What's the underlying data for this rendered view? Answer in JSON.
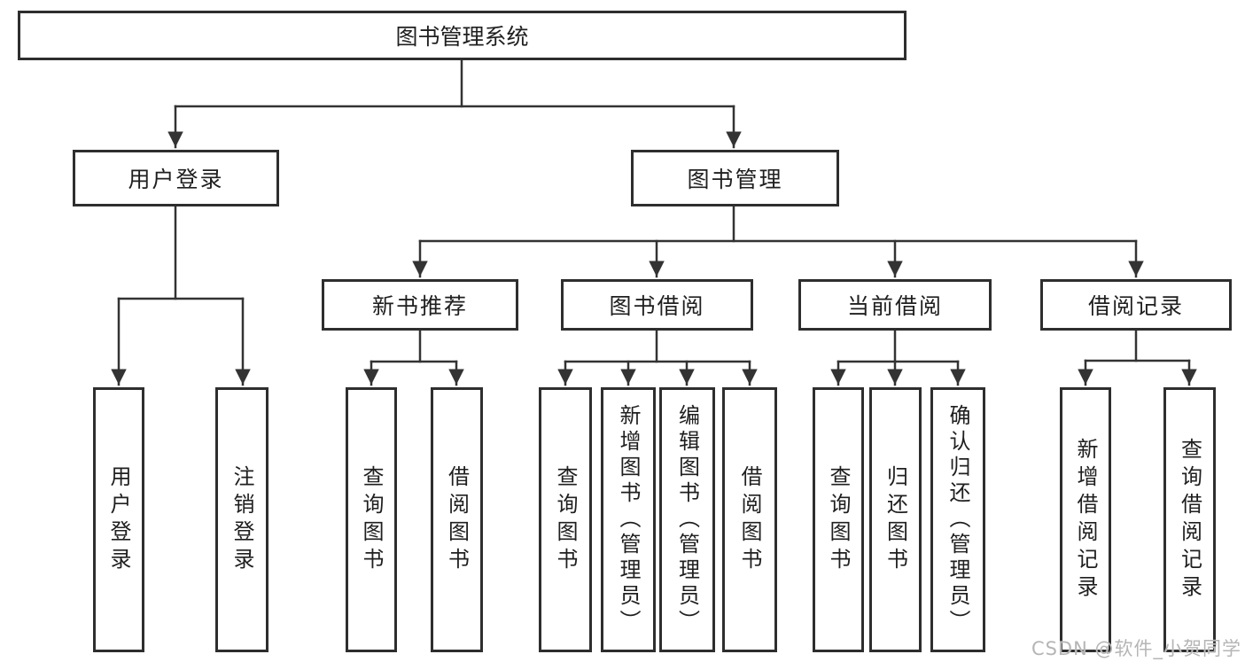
{
  "diagram": {
    "root": {
      "label": "图书管理系统"
    },
    "level2": [
      {
        "label": "用户登录"
      },
      {
        "label": "图书管理"
      }
    ],
    "level3": [
      {
        "label": "新书推荐"
      },
      {
        "label": "图书借阅"
      },
      {
        "label": "当前借阅"
      },
      {
        "label": "借阅记录"
      }
    ],
    "leaves": [
      {
        "label": "用户登录"
      },
      {
        "label": "注销登录"
      },
      {
        "label": "查询图书"
      },
      {
        "label": "借阅图书"
      },
      {
        "label": "查询图书"
      },
      {
        "label": "新增图书（管理员）"
      },
      {
        "label": "编辑图书（管理员）"
      },
      {
        "label": "借阅图书"
      },
      {
        "label": "查询图书"
      },
      {
        "label": "归还图书"
      },
      {
        "label": "确认归还（管理员）"
      },
      {
        "label": "新增借阅记录"
      },
      {
        "label": "查询借阅记录"
      }
    ]
  },
  "watermark": {
    "text": "CSDN @软件_小贺同学"
  },
  "colors": {
    "line": "#333333",
    "border": "#2e2e2e",
    "text": "#1f1f1f",
    "background": "#ffffff",
    "watermark": "#b5b5b5"
  }
}
